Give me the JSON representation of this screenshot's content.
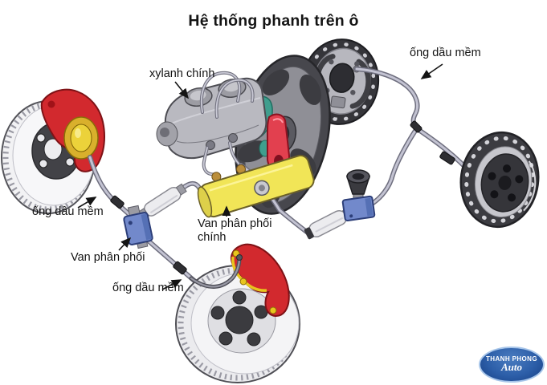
{
  "title": "Hệ thống phanh trên ô",
  "labels": {
    "master_cylinder": "xylanh chính",
    "flex_hose_top_right": "ống dầu mềm",
    "flex_hose_left": "ống dầu mềm",
    "flex_hose_bottom": "ống dầu mềm",
    "distribution_valve": "Van phân phối",
    "main_distribution_valve_line1": "Van phân phối",
    "main_distribution_valve_line2": "chính"
  },
  "logo": {
    "brand": "THANH PHONG",
    "sub": "Auto"
  },
  "colors": {
    "caliper_red": "#d2292e",
    "piston_yellow": "#ecd23a",
    "valve_yellow": "#f1e557",
    "valve_blue": "#7289cb",
    "bracket_red": "#e2404f",
    "seal_teal": "#3f9e8e",
    "pipe_gray": "#c3c3d2",
    "logo_blue": "#2c5ea8"
  }
}
